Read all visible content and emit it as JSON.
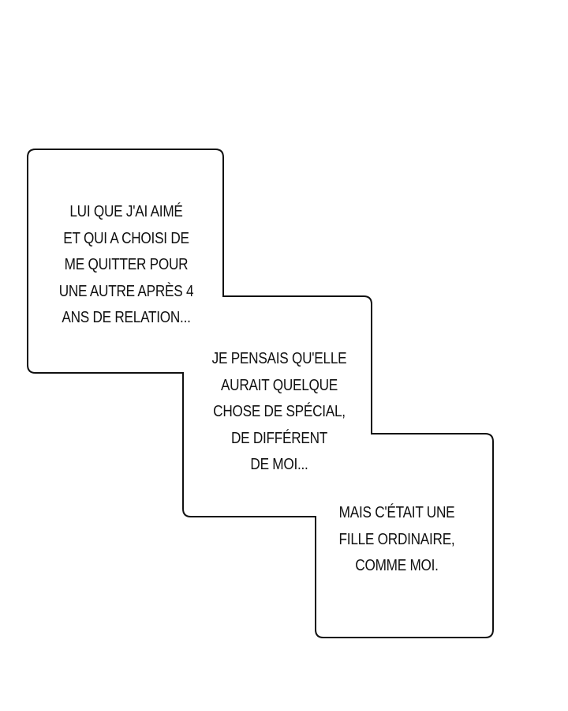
{
  "captions": [
    {
      "lines": [
        "LUI QUE J'AI AIMÉ",
        "ET QUI A CHOISI DE",
        "ME QUITTER POUR",
        "UNE AUTRE APRÈS 4",
        "ANS DE RELATION..."
      ]
    },
    {
      "lines": [
        "JE PENSAIS QU'ELLE",
        "AURAIT QUELQUE",
        "CHOSE DE SPÉCIAL,",
        "DE DIFFÉRENT",
        "DE MOI..."
      ]
    },
    {
      "lines": [
        "MAIS C'ÉTAIT UNE",
        "FILLE ORDINAIRE,",
        "COMME MOI."
      ]
    }
  ]
}
